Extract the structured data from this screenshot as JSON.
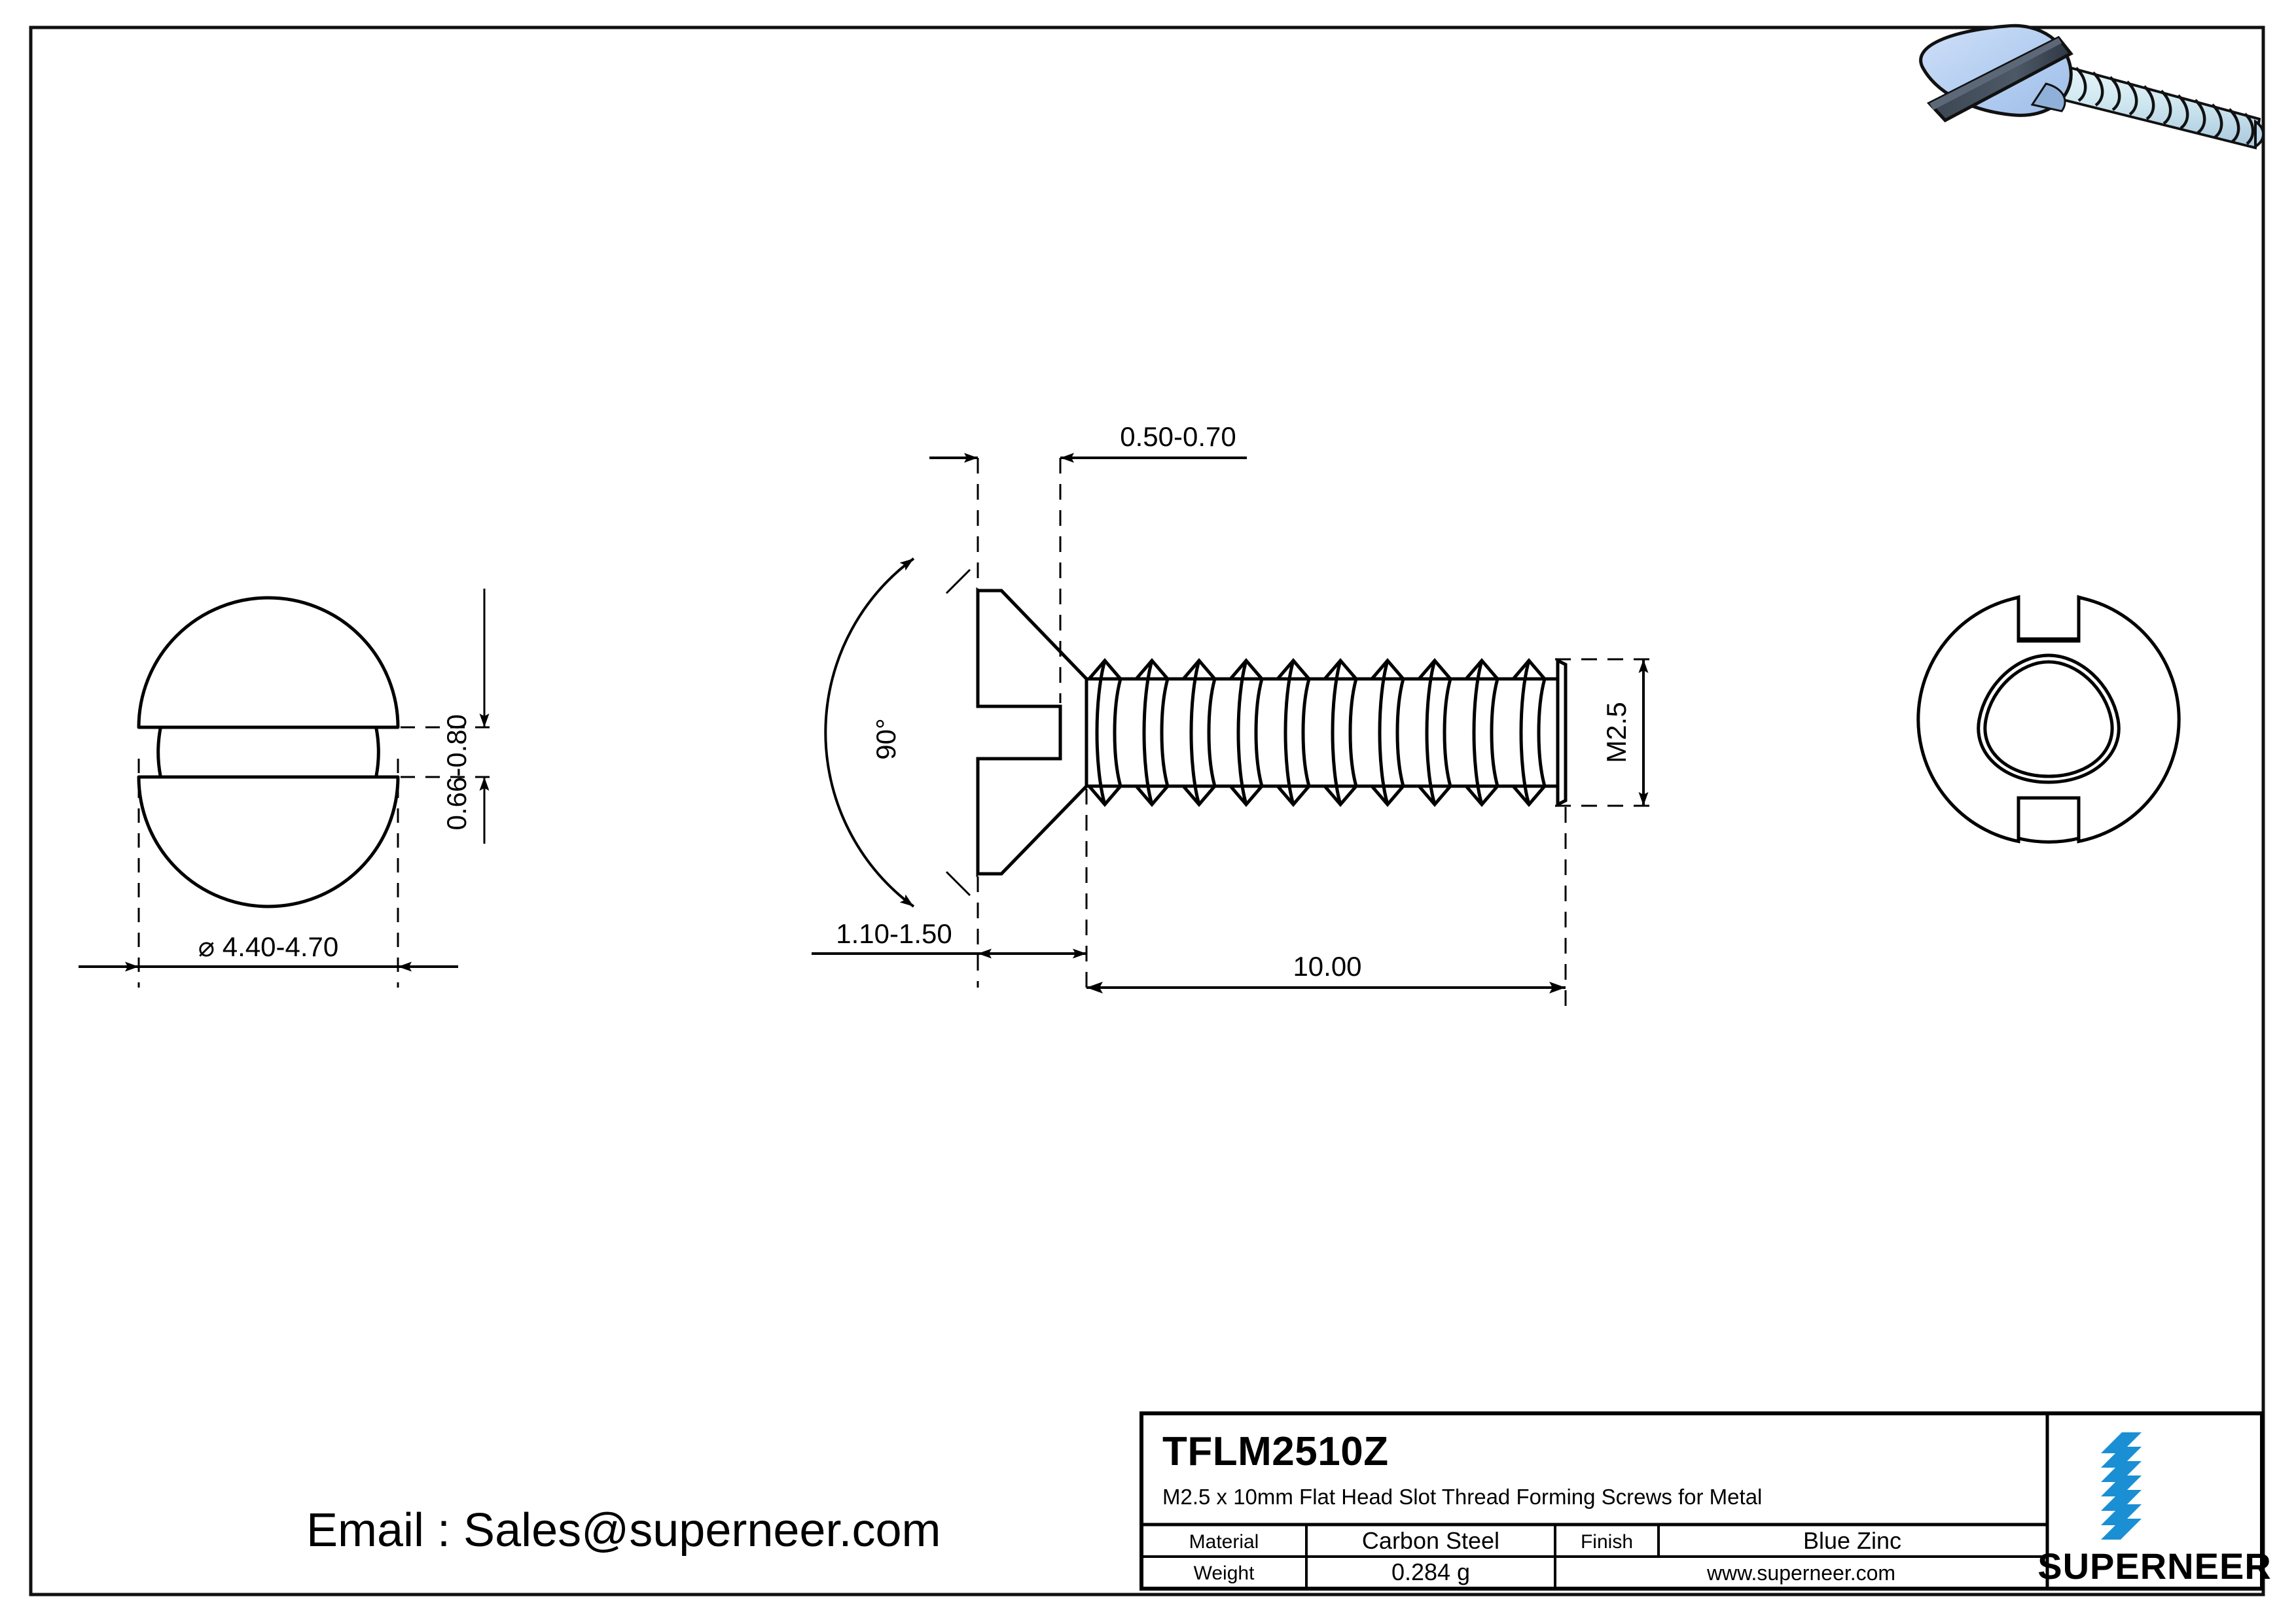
{
  "sheet": {
    "background_color": "#ffffff",
    "border_color": "#000000"
  },
  "email_note": {
    "text": "Email : Sales@superneer.com"
  },
  "views": {
    "head_end_view": {
      "name": "slotted head end view",
      "dimensions": {
        "head_diameter": "⌀ 4.40-4.70",
        "slot_width": "0.66-0.80"
      }
    },
    "side_view": {
      "name": "side section view",
      "dimensions": {
        "slot_depth": "0.50-0.70",
        "head_angle": "90°",
        "head_height": "1.10-1.50",
        "thread_size": "M2.5",
        "length": "10.00"
      }
    },
    "point_end_view": {
      "name": "tri-lobular point end view"
    }
  },
  "title_block": {
    "part_code": "TFLM2510Z",
    "description": "M2.5 x 10mm Flat Head Slot Thread Forming Screws for Metal",
    "rows": [
      {
        "label": "Material",
        "value": "Carbon Steel",
        "label2": "Finish",
        "value2": "Blue Zinc"
      },
      {
        "label": "Weight",
        "value": "0.284 g",
        "url": "www.superneer.com"
      }
    ],
    "material_label": "Material",
    "material_value": "Carbon Steel",
    "finish_label": "Finish",
    "finish_value": "Blue Zinc",
    "weight_label": "Weight",
    "weight_value": "0.284 g",
    "website": "www.superneer.com"
  },
  "logo": {
    "brand": "SUPERNEER",
    "color": "#1a8fd4",
    "mark": "diagonal-stripes"
  },
  "render_3d": {
    "name": "isometric screw render",
    "body_color": "#b9d2f2",
    "thread_color": "#d9f0f5",
    "slot_color": "#414a57"
  }
}
